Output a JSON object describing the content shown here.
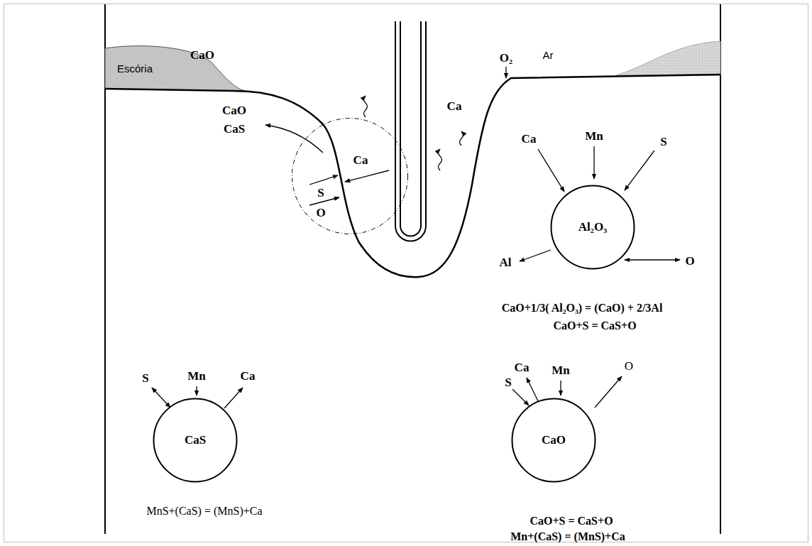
{
  "diagram": {
    "nodes": [
      {
        "text": [
          "Ca",
          "S",
          "O"
        ]
      },
      {
        "text": [
          "Al₂O₃"
        ]
      },
      {
        "text": [
          "CaS"
        ]
      },
      {
        "text": [
          "CaO"
        ]
      }
    ],
    "labels": [
      "Escória",
      "CaO",
      "CaO",
      "CaS",
      "Ca",
      "O₂",
      "Ar",
      "Ca",
      "Mn",
      "S",
      "Al",
      "O",
      "CaO+1/3( Al₂O₃) = (CaO) + 2/3Al",
      "CaO+S = CaS+O",
      "S",
      "Mn",
      "Ca",
      "MnS+(CaS) = (MnS)+Ca",
      "S",
      "Ca",
      "Mn",
      "O",
      "CaO+S = CaS+O",
      "Mn+(CaS) = (MnS)+Ca"
    ]
  }
}
